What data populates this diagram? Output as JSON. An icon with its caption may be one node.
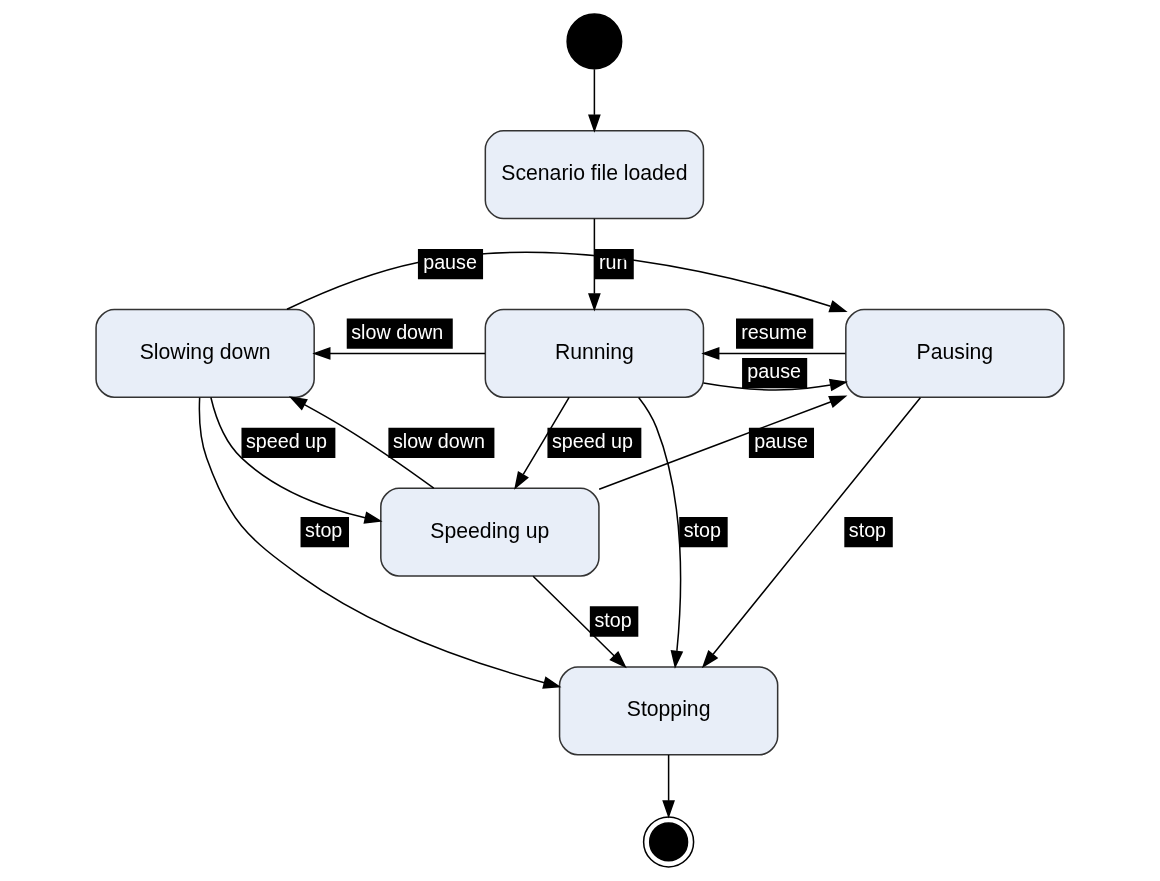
{
  "diagram": {
    "nodes": [
      {
        "text": [],
        "shape": "circle"
      },
      {
        "text": [
          "Scenario file loaded"
        ]
      },
      {
        "text": [
          "Running"
        ]
      },
      {
        "text": [
          "Slowing down"
        ]
      },
      {
        "text": [
          "Pausing"
        ]
      },
      {
        "text": [
          "Speeding up"
        ]
      },
      {
        "text": [
          "Stopping"
        ]
      },
      {
        "text": [],
        "shape": "circle"
      }
    ],
    "edges": [
      {
        "from": 0,
        "to": 1,
        "arrow": "to"
      },
      {
        "from": 1,
        "to": 2,
        "arrow": "to",
        "label": "run"
      },
      {
        "from": 2,
        "to": 3,
        "arrow": "to",
        "label": "slow down"
      },
      {
        "from": 2,
        "to": 4,
        "arrow": "to",
        "label": "pause"
      },
      {
        "from": 4,
        "to": 2,
        "arrow": "to",
        "label": "resume"
      },
      {
        "from": 3,
        "to": 4,
        "arrow": "to",
        "label": "pause"
      },
      {
        "from": 3,
        "to": 5,
        "arrow": "to",
        "label": "speed up"
      },
      {
        "from": 5,
        "to": 3,
        "arrow": "to",
        "label": "slow down"
      },
      {
        "from": 2,
        "to": 5,
        "arrow": "to",
        "label": "speed up"
      },
      {
        "from": 2,
        "to": 6,
        "arrow": "to",
        "label": "stop"
      },
      {
        "from": 5,
        "to": 4,
        "arrow": "to",
        "label": "pause"
      },
      {
        "from": 5,
        "to": 6,
        "arrow": "to",
        "label": "stop"
      },
      {
        "from": 3,
        "to": 6,
        "arrow": "to",
        "label": "stop"
      },
      {
        "from": 4,
        "to": 6,
        "arrow": "to",
        "label": "stop"
      },
      {
        "from": 6,
        "to": 7,
        "arrow": "to"
      }
    ]
  }
}
